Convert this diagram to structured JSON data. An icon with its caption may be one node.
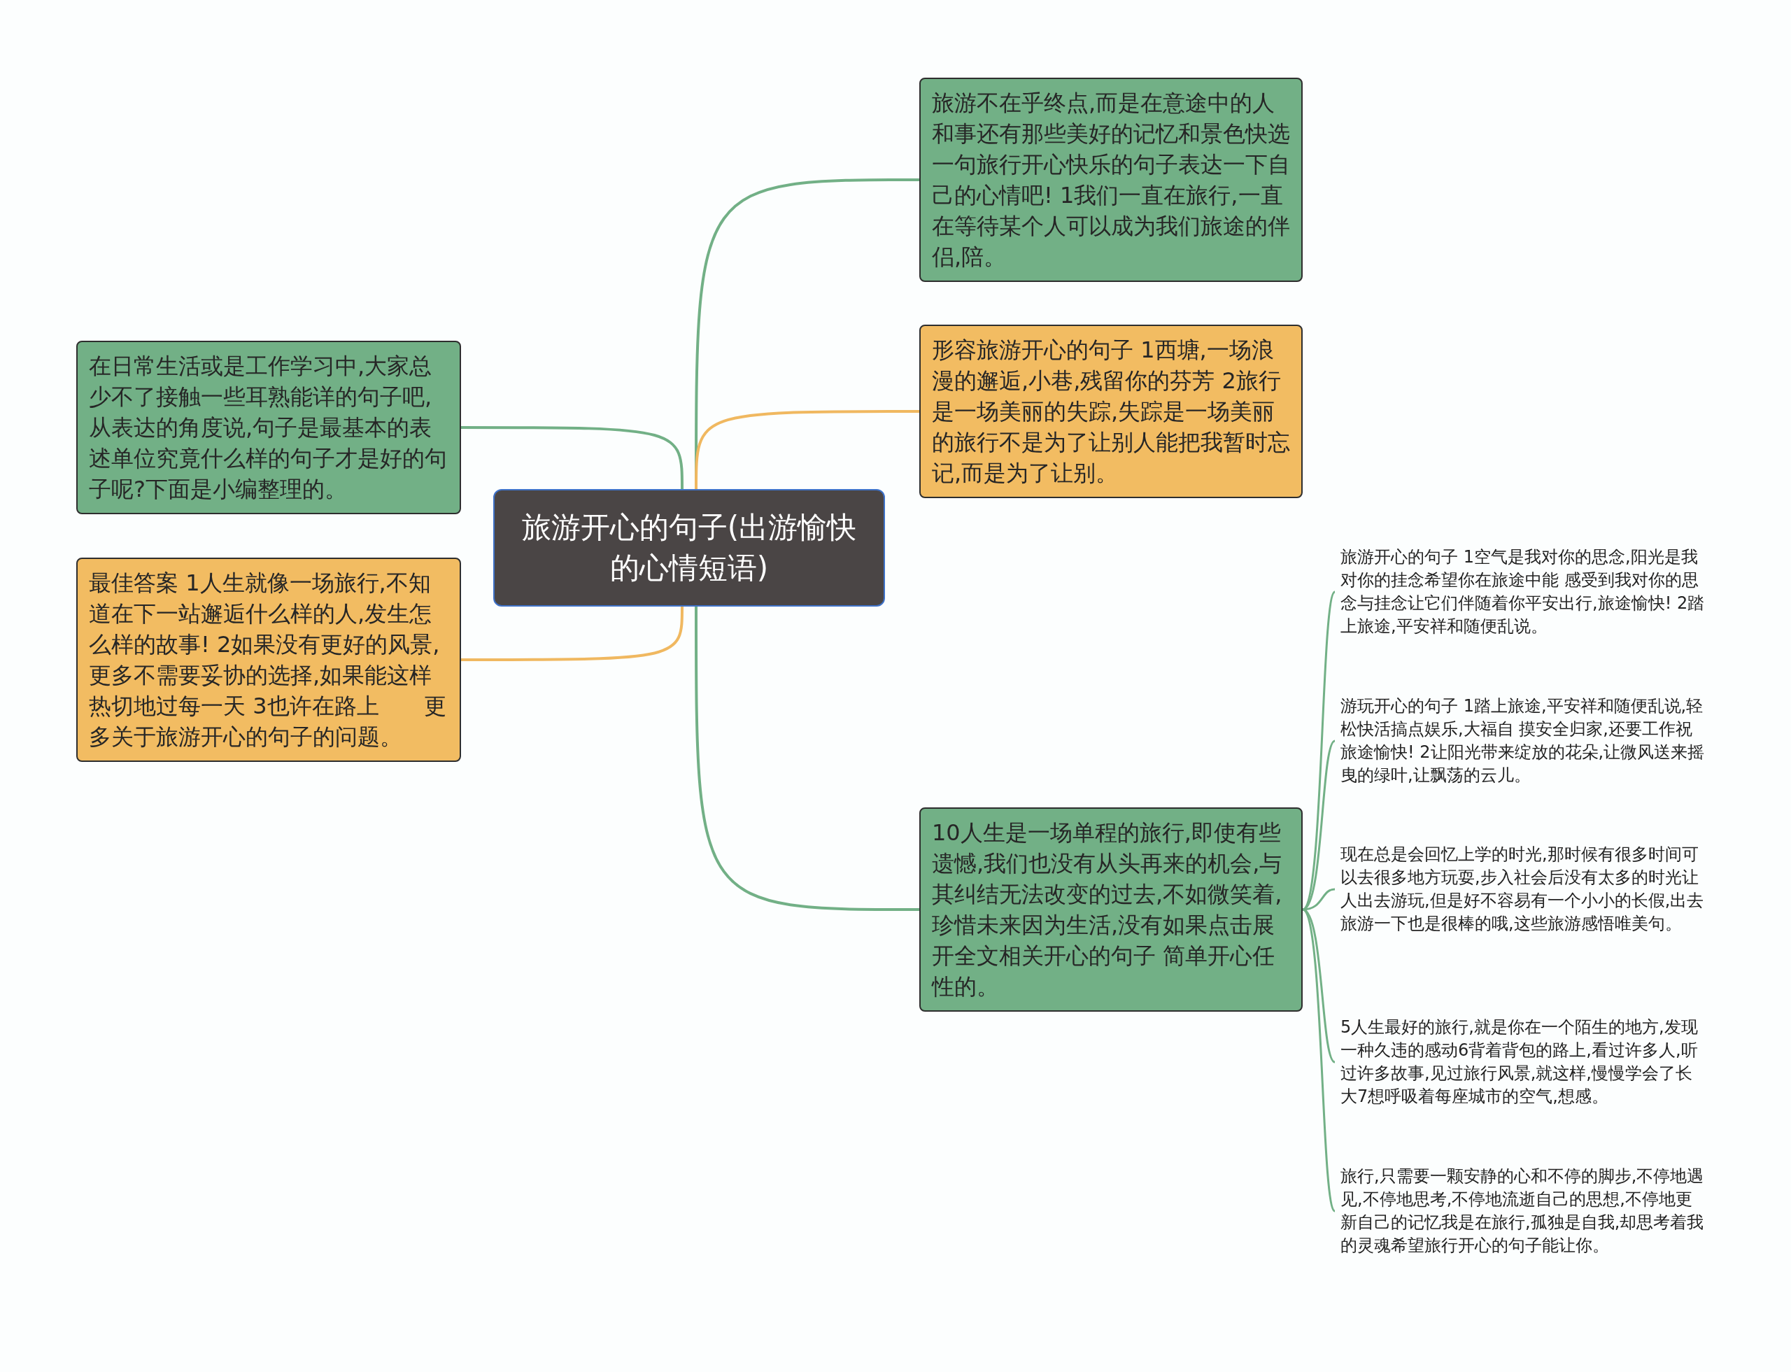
{
  "diagram": {
    "nodes": [
      {
        "text": [
          "旅游开心的句子(出游愉快的心情短语)"
        ]
      },
      {
        "text": [
          "旅游不在乎终点,而是在意途中的人和事还有那些美好的记忆和景色快选一句旅行开心快乐的句子表达一下自己的心情吧! 1我们一直在旅行,一直在等待某个人可以成为我们旅途的伴侣,陪。"
        ]
      },
      {
        "text": [
          "形容旅游开心的句子 1西塘,一场浪漫的邂逅,小巷,残留你的芬芳 2旅行是一场美丽的失踪,失踪是一场美丽的旅行不是为了让别人能把我暂时忘记,而是为了让别。"
        ]
      },
      {
        "text": [
          "10人生是一场单程的旅行,即使有些遗憾,我们也没有从头再来的机会,与其纠结无法改变的过去,不如微笑着,珍惜未来因为生活,没有如果点击展开全文相关开心的句子 简单开心任性的。"
        ]
      },
      {
        "text": [
          "旅游开心的句子 1空气是我对你的思念,阳光是我对你的挂念希望你在旅途中能 感受到我对你的思念与挂念让它们伴随着你平安出行,旅途愉快! 2踏上旅途,平安祥和随便乱说。"
        ]
      },
      {
        "text": [
          "游玩开心的句子 1踏上旅途,平安祥和随便乱说,轻松快活搞点娱乐,大福自 摸安全归家,还要工作祝旅途愉快! 2让阳光带来绽放的花朵,让微风送来摇曳的绿叶,让飘荡的云儿。"
        ]
      },
      {
        "text": [
          "现在总是会回忆上学的时光,那时候有很多时间可以去很多地方玩耍,步入社会后没有太多的时光让人出去游玩,但是好不容易有一个小小的长假,出去旅游一下也是很棒的哦,这些旅游感悟唯美句。"
        ]
      },
      {
        "text": [
          "5人生最好的旅行,就是你在一个陌生的地方,发现一种久违的感动6背着背包的路上,看过许多人,听过许多故事,见过旅行风景,就这样,慢慢学会了长大7想呼吸着每座城市的空气,想感。"
        ]
      },
      {
        "text": [
          "旅行,只需要一颗安静的心和不停的脚步,不停地遇见,不停地思考,不停地流逝自己的思想,不停地更新自己的记忆我是在旅行,孤独是自我,却思考着我的灵魂希望旅行开心的句子能让你。"
        ]
      },
      {
        "text": [
          "在日常生活或是工作学习中,大家总少不了接触一些耳熟能详的句子吧,从表达的角度说,句子是最基本的表述单位究竟什么样的句子才是好的句子呢?下面是小编整理的。"
        ]
      },
      {
        "text": [
          "最佳答案 1人生就像一场旅行,不知道在下一站邂逅什么样的人,发生怎么样的故事! 2如果没有更好的风景,更多不需要妥协的选择,如果能这样热切地过每一天 3也许在路上　　更多关于旅游开心的句子的问题。"
        ]
      }
    ],
    "edges": [
      {
        "from": 0,
        "to": 1,
        "arrow": "none"
      },
      {
        "from": 0,
        "to": 2,
        "arrow": "none",
        "color": "#f0b860"
      },
      {
        "from": 0,
        "to": 3,
        "arrow": "none"
      },
      {
        "from": 3,
        "to": 4,
        "arrow": "none"
      },
      {
        "from": 3,
        "to": 5,
        "arrow": "none"
      },
      {
        "from": 3,
        "to": 6,
        "arrow": "none"
      },
      {
        "from": 3,
        "to": 7,
        "arrow": "none"
      },
      {
        "from": 3,
        "to": 8,
        "arrow": "none"
      },
      {
        "from": 0,
        "to": 9,
        "arrow": "none"
      },
      {
        "from": 0,
        "to": 10,
        "arrow": "none",
        "color": "#f0b860"
      }
    ]
  }
}
